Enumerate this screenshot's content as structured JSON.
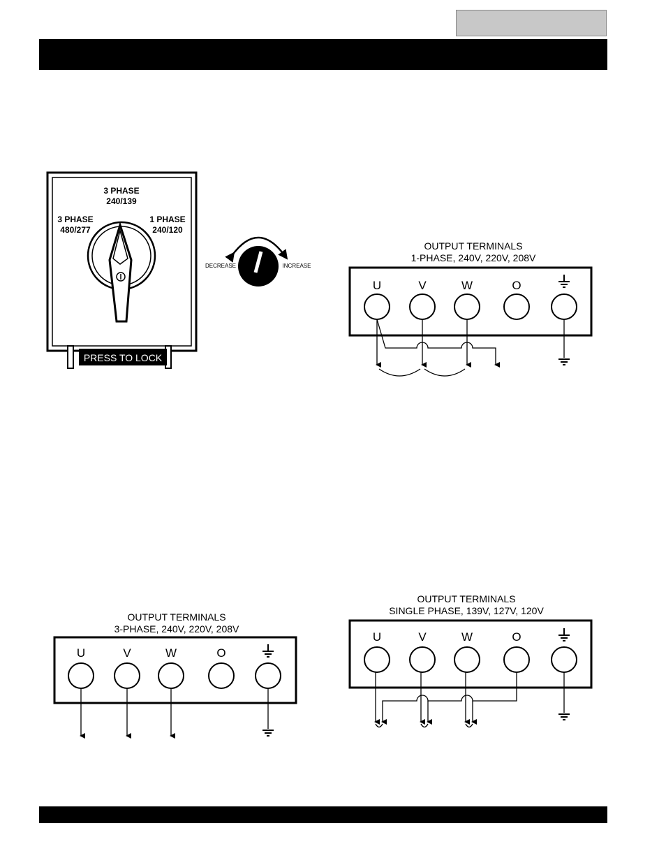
{
  "selector_switch": {
    "top_label_line1": "3 PHASE",
    "top_label_line2": "240/139",
    "left_label_line1": "3 PHASE",
    "left_label_line2": "480/277",
    "right_label_line1": "1 PHASE",
    "right_label_line2": "240/120",
    "lock_label": "PRESS TO LOCK"
  },
  "voltage_knob": {
    "decrease_label": "DECREASE",
    "increase_label": "INCREASE"
  },
  "terminal_labels": [
    "U",
    "V",
    "W",
    "O"
  ],
  "panel_1phase": {
    "title_line1": "OUTPUT TERMINALS",
    "title_line2": "1-PHASE, 240V, 220V, 208V"
  },
  "panel_3phase": {
    "title_line1": "OUTPUT TERMINALS",
    "title_line2": "3-PHASE, 240V, 220V, 208V"
  },
  "panel_single": {
    "title_line1": "OUTPUT TERMINALS",
    "title_line2": "SINGLE PHASE, 139V, 127V, 120V"
  }
}
